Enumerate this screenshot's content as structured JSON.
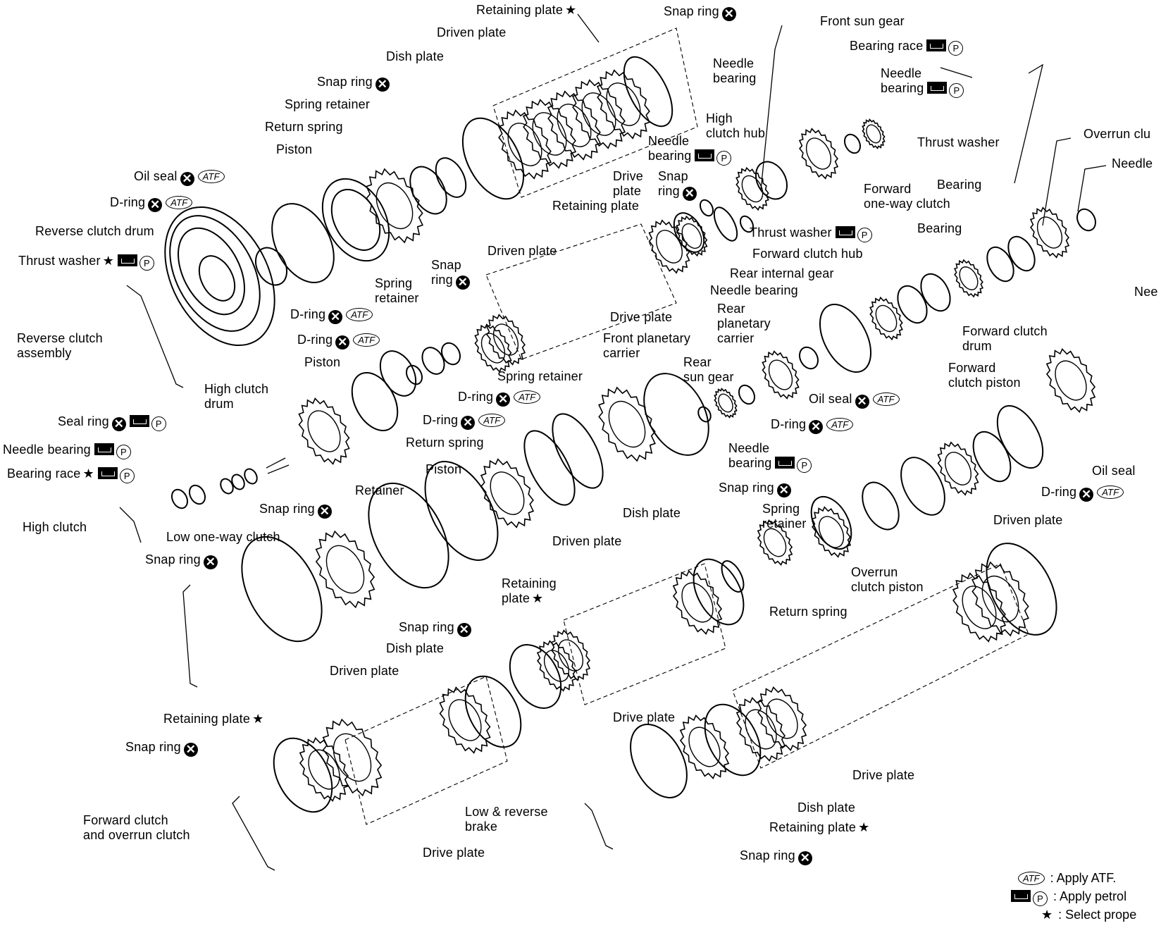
{
  "labels": [
    {
      "key": "retaining_plate_top",
      "text": "Retaining plate",
      "star": true
    },
    {
      "key": "snap_ring_top",
      "text": "Snap ring",
      "xmark": true
    },
    {
      "key": "front_sun_gear",
      "text": "Front sun gear"
    },
    {
      "key": "driven_plate_top",
      "text": "Driven plate"
    },
    {
      "key": "bearing_race_top",
      "text": "Bearing race",
      "jar": true,
      "p": true
    },
    {
      "key": "dish_plate_top",
      "text": "Dish plate"
    },
    {
      "key": "needle_bearing_a",
      "text": "Needle\nbearing"
    },
    {
      "key": "needle_bearing_b",
      "text": "Needle\nbearing",
      "jar": true,
      "p": true
    },
    {
      "key": "snap_ring_2",
      "text": "Snap ring",
      "xmark": true
    },
    {
      "key": "spring_retainer_1",
      "text": "Spring retainer"
    },
    {
      "key": "high_clutch_hub",
      "text": "High\nclutch hub"
    },
    {
      "key": "thrust_washer_top",
      "text": "Thrust washer"
    },
    {
      "key": "return_spring_1",
      "text": "Return spring"
    },
    {
      "key": "needle_bearing_c",
      "text": "Needle\nbearing",
      "jar": true,
      "p": true
    },
    {
      "key": "overrun_clutch_hub",
      "text": "Overrun clu"
    },
    {
      "key": "piston_1",
      "text": "Piston"
    },
    {
      "key": "needle_right",
      "text": "Needle"
    },
    {
      "key": "oil_seal_1",
      "text": "Oil seal",
      "xmark": true,
      "atf": true
    },
    {
      "key": "drive_plate_1",
      "text": "Drive\nplate"
    },
    {
      "key": "snap_ring_3",
      "text": "Snap\nring",
      "xmark": true
    },
    {
      "key": "forward_oneway",
      "text": "Forward\none-way clutch"
    },
    {
      "key": "d_ring_1",
      "text": "D-ring",
      "xmark": true,
      "atf": true
    },
    {
      "key": "bearing_1",
      "text": "Bearing"
    },
    {
      "key": "retaining_plate_2",
      "text": "Retaining plate"
    },
    {
      "key": "reverse_clutch_drum",
      "text": "Reverse clutch drum"
    },
    {
      "key": "thrust_washer_2",
      "text": "Thrust washer",
      "jar": true,
      "p": true
    },
    {
      "key": "bearing_2",
      "text": "Bearing"
    },
    {
      "key": "driven_plate_2",
      "text": "Driven plate"
    },
    {
      "key": "forward_clutch_hub",
      "text": "Forward clutch hub"
    },
    {
      "key": "thrust_washer_3",
      "text": "Thrust washer",
      "star": true,
      "jar": true,
      "p": true
    },
    {
      "key": "snap_ring_4",
      "text": "Snap\nring",
      "xmark": true
    },
    {
      "key": "rear_internal_gear",
      "text": "Rear internal gear"
    },
    {
      "key": "spring_retainer_2",
      "text": "Spring\nretainer"
    },
    {
      "key": "needle_bearing_d",
      "text": "Needle bearing"
    },
    {
      "key": "nee_right",
      "text": "Nee"
    },
    {
      "key": "d_ring_2",
      "text": "D-ring",
      "xmark": true,
      "atf": true
    },
    {
      "key": "rear_planetary",
      "text": "Rear\nplanetary\ncarrier"
    },
    {
      "key": "drive_plate_2",
      "text": "Drive plate"
    },
    {
      "key": "reverse_clutch_assy",
      "text": "Reverse clutch\nassembly"
    },
    {
      "key": "d_ring_3",
      "text": "D-ring",
      "xmark": true,
      "atf": true
    },
    {
      "key": "front_planetary",
      "text": "Front planetary\ncarrier"
    },
    {
      "key": "forward_clutch_drum",
      "text": "Forward clutch\ndrum"
    },
    {
      "key": "piston_2",
      "text": "Piston"
    },
    {
      "key": "rear_sun_gear",
      "text": "Rear\nsun gear"
    },
    {
      "key": "forward_clutch_piston",
      "text": "Forward\nclutch piston"
    },
    {
      "key": "high_clutch_drum",
      "text": "High clutch\ndrum"
    },
    {
      "key": "spring_retainer_3",
      "text": "Spring retainer"
    },
    {
      "key": "d_ring_4",
      "text": "D-ring",
      "xmark": true,
      "atf": true
    },
    {
      "key": "oil_seal_2",
      "text": "Oil seal",
      "xmark": true,
      "atf": true
    },
    {
      "key": "d_ring_5",
      "text": "D-ring",
      "xmark": true,
      "atf": true
    },
    {
      "key": "d_ring_6",
      "text": "D-ring",
      "xmark": true,
      "atf": true
    },
    {
      "key": "seal_ring",
      "text": "Seal ring",
      "xmark": true,
      "jar": true,
      "p": true
    },
    {
      "key": "return_spring_2",
      "text": "Return spring"
    },
    {
      "key": "needle_bearing_e",
      "text": "Needle\nbearing",
      "jar": true,
      "p": true
    },
    {
      "key": "needle_bearing_f",
      "text": "Needle bearing",
      "jar": true,
      "p": true
    },
    {
      "key": "bearing_race_2",
      "text": "Bearing race",
      "star": true,
      "jar": true,
      "p": true
    },
    {
      "key": "piston_3",
      "text": "Piston"
    },
    {
      "key": "snap_ring_5",
      "text": "Snap ring",
      "xmark": true
    },
    {
      "key": "oil_seal_3",
      "text": "Oil seal"
    },
    {
      "key": "retainer",
      "text": "Retainer"
    },
    {
      "key": "dish_plate_2",
      "text": "Dish plate"
    },
    {
      "key": "d_ring_7",
      "text": "D-ring",
      "xmark": true,
      "atf": true
    },
    {
      "key": "snap_ring_6",
      "text": "Snap ring",
      "xmark": true
    },
    {
      "key": "spring_retainer_4",
      "text": "Spring\nretainer"
    },
    {
      "key": "driven_plate_3",
      "text": "Driven plate"
    },
    {
      "key": "high_clutch",
      "text": "High clutch"
    },
    {
      "key": "low_oneway",
      "text": "Low one-way clutch"
    },
    {
      "key": "driven_plate_4",
      "text": "Driven plate"
    },
    {
      "key": "snap_ring_7",
      "text": "Snap ring",
      "xmark": true
    },
    {
      "key": "overrun_clutch_piston",
      "text": "Overrun\nclutch piston"
    },
    {
      "key": "retaining_plate_3",
      "text": "Retaining\nplate",
      "star": true
    },
    {
      "key": "return_spring_3",
      "text": "Return spring"
    },
    {
      "key": "snap_ring_8",
      "text": "Snap ring",
      "xmark": true
    },
    {
      "key": "dish_plate_3",
      "text": "Dish plate"
    },
    {
      "key": "driven_plate_5",
      "text": "Driven plate"
    },
    {
      "key": "drive_plate_3",
      "text": "Drive plate"
    },
    {
      "key": "retaining_plate_4",
      "text": "Retaining plate",
      "star": true
    },
    {
      "key": "snap_ring_9",
      "text": "Snap ring",
      "xmark": true
    },
    {
      "key": "drive_plate_4",
      "text": "Drive plate"
    },
    {
      "key": "forward_overrun",
      "text": "Forward clutch\nand overrun clutch"
    },
    {
      "key": "low_reverse_brake",
      "text": "Low & reverse\nbrake"
    },
    {
      "key": "dish_plate_4",
      "text": "Dish plate"
    },
    {
      "key": "retaining_plate_5",
      "text": "Retaining plate",
      "star": true
    },
    {
      "key": "drive_plate_5",
      "text": "Drive plate"
    },
    {
      "key": "snap_ring_10",
      "text": "Snap ring",
      "xmark": true
    }
  ],
  "legend": [
    {
      "key": "atf",
      "symbol": "ATF",
      "text": ": Apply ATF."
    },
    {
      "key": "petrol",
      "symbol": "P",
      "text": ": Apply petrol"
    },
    {
      "key": "select",
      "symbol": "★",
      "text": ": Select prope"
    }
  ],
  "symbols": {
    "xmark": "✕",
    "atf": "ATF",
    "p": "P",
    "star": "★"
  }
}
